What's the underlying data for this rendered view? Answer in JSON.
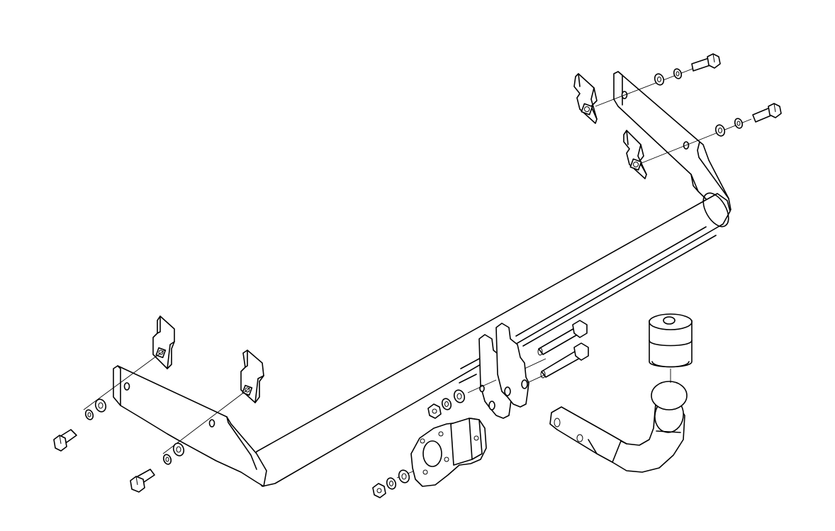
{
  "diagram": {
    "kind": "exploded assembly drawing",
    "line_color": "#000000",
    "background": "#ffffff",
    "components": [
      "main-crossbar-tube",
      "left-mounting-plate",
      "right-mounting-plate",
      "mounting-brackets",
      "hex-bolts",
      "spring-washers",
      "flat-washers",
      "hex-nuts",
      "tow-ball-receiver-brackets",
      "socket-plate",
      "detachable-tow-ball",
      "ball-cover-cap"
    ]
  }
}
